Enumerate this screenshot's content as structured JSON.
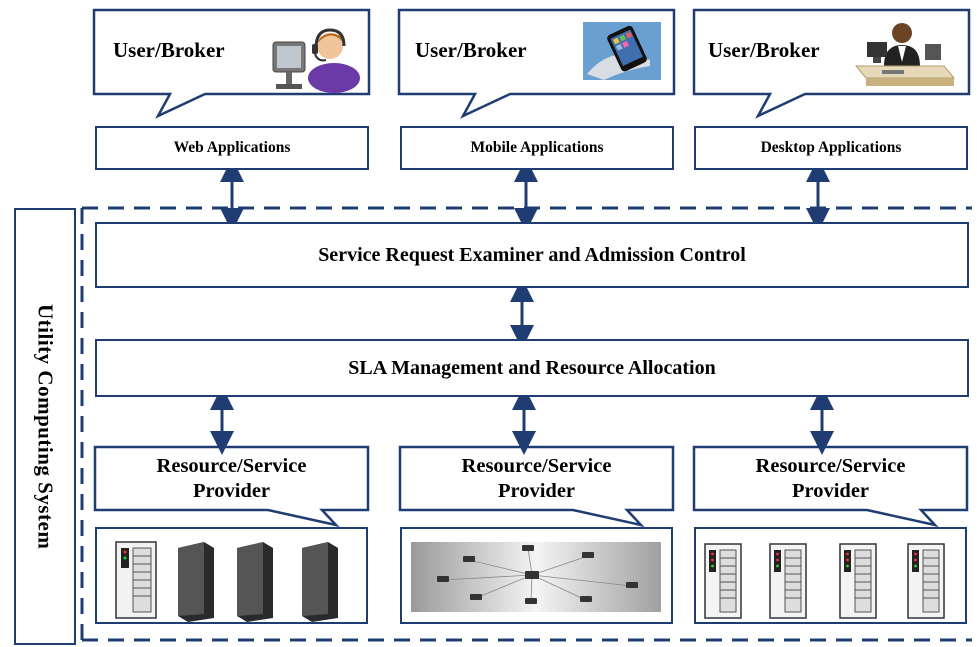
{
  "users": [
    {
      "title": "User/Broker",
      "icon": "headset-agent-icon",
      "app": "Web Applications"
    },
    {
      "title": "User/Broker",
      "icon": "smartphone-hand-icon",
      "app": "Mobile Applications"
    },
    {
      "title": "User/Broker",
      "icon": "desk-businessman-icon",
      "app": "Desktop Applications"
    }
  ],
  "system_label": "Utility Computing System",
  "layers": {
    "admission": "Service Request Examiner and Admission Control",
    "sla": "SLA Management and Resource Allocation"
  },
  "providers": [
    {
      "line1": "Resource/Service",
      "line2": "Provider",
      "icon": "server-rack-icons"
    },
    {
      "line1": "Resource/Service",
      "line2": "Provider",
      "icon": "network-nodes-icon"
    },
    {
      "line1": "Resource/Service",
      "line2": "Provider",
      "icon": "server-cabinet-icons"
    }
  ],
  "colors": {
    "border": "#1f3d73",
    "arrow": "#1f3d73"
  }
}
